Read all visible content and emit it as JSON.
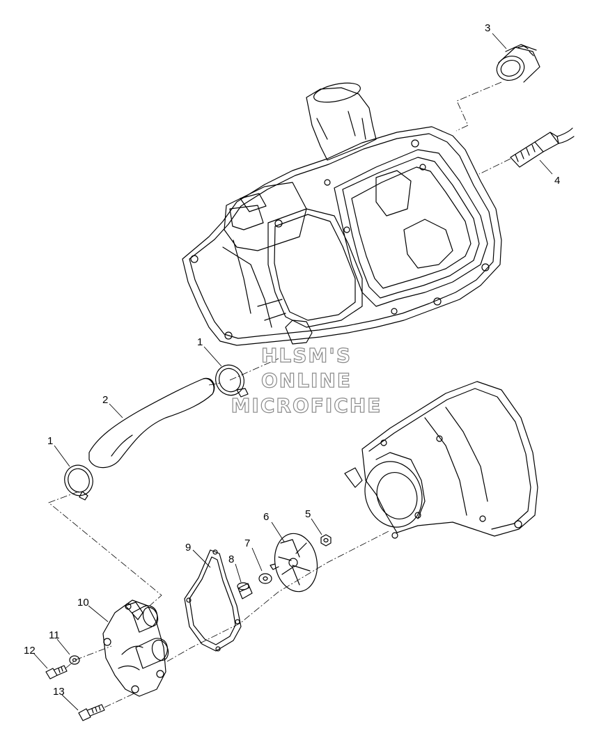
{
  "callouts": {
    "c1a": "1",
    "c1b": "1",
    "c2": "2",
    "c3": "3",
    "c4": "4",
    "c5": "5",
    "c6": "6",
    "c7": "7",
    "c8": "8",
    "c9": "9",
    "c10": "10",
    "c11": "11",
    "c12": "12",
    "c13": "13"
  },
  "watermark": {
    "line1": "HLSM'S",
    "line2": "ONLINE",
    "line3": "MICROFICHE"
  },
  "colors": {
    "line": "#000000",
    "watermark_outline": "#8a8a8a"
  }
}
